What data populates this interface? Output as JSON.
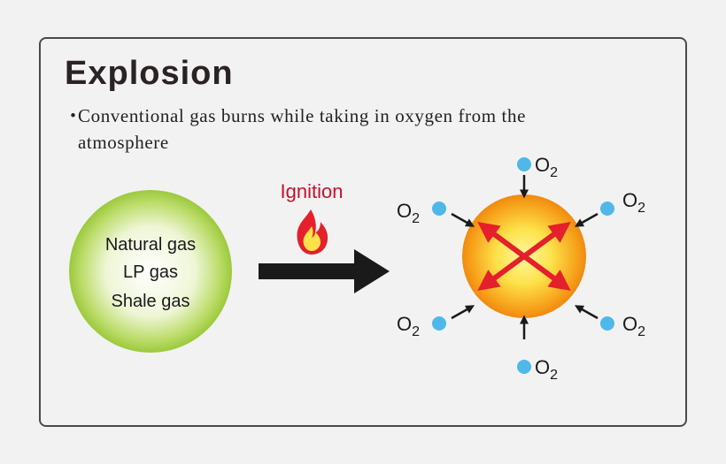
{
  "title": "Explosion",
  "bullet": {
    "marker": "・",
    "line1": "Conventional gas burns while taking in oxygen from the",
    "line2": "atmosphere"
  },
  "gas_types": [
    "Natural gas",
    "LP gas",
    "Shale gas"
  ],
  "ignition_label": "Ignition",
  "oxygen_label": "O",
  "oxygen_subscript": "2",
  "colors": {
    "ignition": "#c8102e",
    "oxygen_dot": "#4fb8e8",
    "arrow_red": "#e3202b",
    "gas_sphere": "#a9d24a",
    "explosion_sphere": "#f7a21b"
  }
}
